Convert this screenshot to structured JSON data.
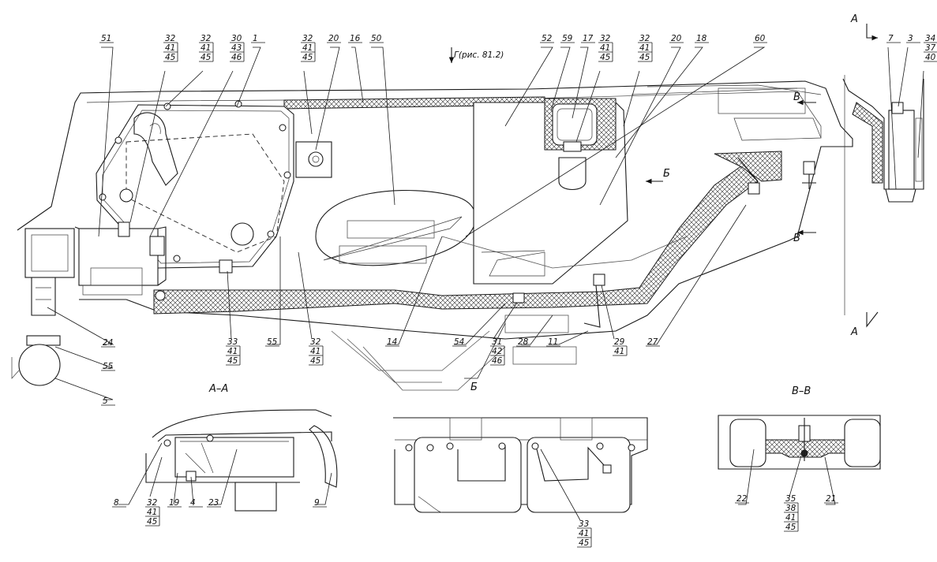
{
  "top_note": "Г(рис. 81.2)",
  "section_labels": {
    "aa_bottom": "А–А",
    "aa_top": "А",
    "aa_lower": "А",
    "vv_title": "В–В",
    "v_upper": "В",
    "v_lower": "В",
    "b_arrow": "Б",
    "b_view": "Б"
  },
  "callouts": [
    {
      "id": "c51",
      "lines": [
        "51"
      ]
    },
    {
      "id": "c32a",
      "lines": [
        "32",
        "41",
        "45"
      ]
    },
    {
      "id": "c32b",
      "lines": [
        "32",
        "41",
        "45"
      ]
    },
    {
      "id": "c30",
      "lines": [
        "30",
        "43",
        "46"
      ]
    },
    {
      "id": "c1",
      "lines": [
        "1"
      ]
    },
    {
      "id": "c32c",
      "lines": [
        "32",
        "41",
        "45"
      ]
    },
    {
      "id": "c20a",
      "lines": [
        "20"
      ]
    },
    {
      "id": "c16",
      "lines": [
        "16"
      ]
    },
    {
      "id": "c50",
      "lines": [
        "50"
      ]
    },
    {
      "id": "c52",
      "lines": [
        "52"
      ]
    },
    {
      "id": "c59",
      "lines": [
        "59"
      ]
    },
    {
      "id": "c17",
      "lines": [
        "17"
      ]
    },
    {
      "id": "c32d",
      "lines": [
        "32",
        "41",
        "45"
      ]
    },
    {
      "id": "c32e",
      "lines": [
        "32",
        "41",
        "45"
      ]
    },
    {
      "id": "c20b",
      "lines": [
        "20"
      ]
    },
    {
      "id": "c18",
      "lines": [
        "18"
      ]
    },
    {
      "id": "c60",
      "lines": [
        "60"
      ]
    },
    {
      "id": "c7",
      "lines": [
        "7"
      ]
    },
    {
      "id": "c3",
      "lines": [
        "3"
      ]
    },
    {
      "id": "c34",
      "lines": [
        "34",
        "37",
        "40"
      ]
    },
    {
      "id": "c24",
      "lines": [
        "24"
      ]
    },
    {
      "id": "c55a",
      "lines": [
        "55"
      ]
    },
    {
      "id": "c5",
      "lines": [
        "5"
      ]
    },
    {
      "id": "c33a",
      "lines": [
        "33",
        "41",
        "45"
      ]
    },
    {
      "id": "c55b",
      "lines": [
        "55"
      ]
    },
    {
      "id": "c32f",
      "lines": [
        "32",
        "41",
        "45"
      ]
    },
    {
      "id": "c14",
      "lines": [
        "14"
      ]
    },
    {
      "id": "c54",
      "lines": [
        "54"
      ]
    },
    {
      "id": "c31",
      "lines": [
        "31",
        "42",
        "46"
      ]
    },
    {
      "id": "c28",
      "lines": [
        "28"
      ]
    },
    {
      "id": "c11",
      "lines": [
        "11"
      ]
    },
    {
      "id": "c29",
      "lines": [
        "29",
        "41"
      ]
    },
    {
      "id": "c27",
      "lines": [
        "27"
      ]
    },
    {
      "id": "c8",
      "lines": [
        "8"
      ]
    },
    {
      "id": "c32g",
      "lines": [
        "32",
        "41",
        "45"
      ]
    },
    {
      "id": "c19",
      "lines": [
        "19"
      ]
    },
    {
      "id": "c4",
      "lines": [
        "4"
      ]
    },
    {
      "id": "c23",
      "lines": [
        "23"
      ]
    },
    {
      "id": "c9",
      "lines": [
        "9"
      ]
    },
    {
      "id": "c33b",
      "lines": [
        "33",
        "41",
        "45"
      ]
    },
    {
      "id": "c22",
      "lines": [
        "22"
      ]
    },
    {
      "id": "c35",
      "lines": [
        "35",
        "38",
        "41",
        "45"
      ]
    },
    {
      "id": "c21",
      "lines": [
        "21"
      ]
    }
  ]
}
